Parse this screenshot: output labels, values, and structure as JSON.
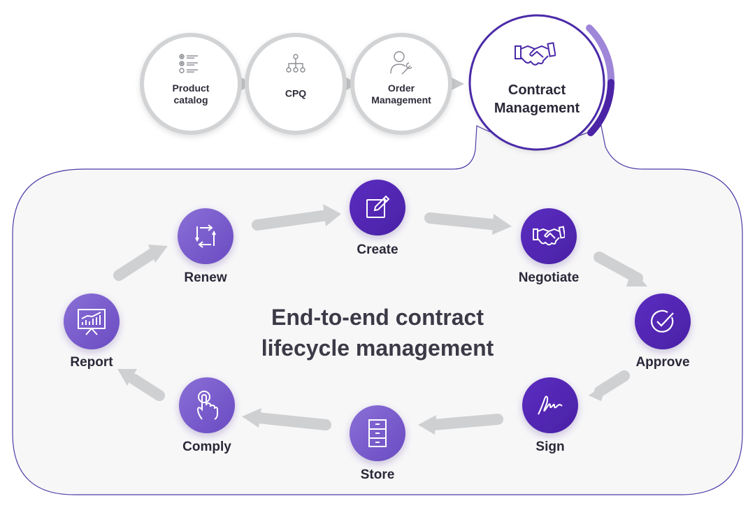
{
  "top_steps": [
    {
      "id": "product-catalog",
      "lines": [
        "Product",
        "catalog"
      ],
      "icon": "list-icon"
    },
    {
      "id": "cpq",
      "lines": [
        "CPQ"
      ],
      "icon": "network-tree-icon"
    },
    {
      "id": "order-management",
      "lines": [
        "Order",
        "Management"
      ],
      "icon": "user-wrench-icon"
    },
    {
      "id": "contract-management",
      "lines": [
        "Contract",
        "Management"
      ],
      "icon": "handshake-icon",
      "highlighted": true
    }
  ],
  "lifecycle": {
    "title_lines": [
      "End-to-end contract",
      "lifecycle management"
    ],
    "steps": [
      {
        "id": "create",
        "label": "Create",
        "icon": "edit-icon"
      },
      {
        "id": "negotiate",
        "label": "Negotiate",
        "icon": "handshake-icon"
      },
      {
        "id": "approve",
        "label": "Approve",
        "icon": "check-circle-icon"
      },
      {
        "id": "sign",
        "label": "Sign",
        "icon": "signature-icon"
      },
      {
        "id": "store",
        "label": "Store",
        "icon": "file-cabinet-icon"
      },
      {
        "id": "comply",
        "label": "Comply",
        "icon": "pointer-hand-icon"
      },
      {
        "id": "report",
        "label": "Report",
        "icon": "presentation-chart-icon"
      },
      {
        "id": "renew",
        "label": "Renew",
        "icon": "renew-arrows-icon"
      }
    ]
  },
  "colors": {
    "accent_dark": "#5a2fb4",
    "accent_light": "#7b5fc9",
    "accent_mid": "#6b47bd",
    "arrow_gray": "#cfd0d2",
    "panel_bg": "#f7f7f8",
    "panel_border": "#4f3aa6"
  }
}
